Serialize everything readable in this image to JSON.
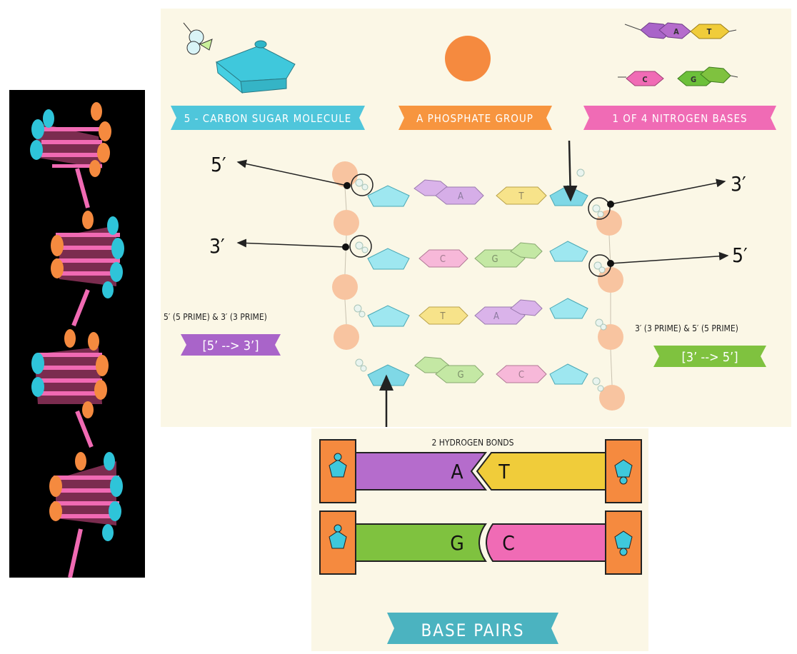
{
  "components": {
    "sugar": "5 - CARBON SUGAR MOLECULE",
    "phosphate": "A PHOSPHATE GROUP",
    "bases": "1 OF 4 NITROGEN BASES"
  },
  "legend_bases": [
    "A",
    "T",
    "C",
    "G"
  ],
  "ends": {
    "top_left": "5′",
    "mid_left": "3′",
    "top_right": "3′",
    "mid_right": "5′"
  },
  "rows": [
    [
      "A",
      "T"
    ],
    [
      "C",
      "G"
    ],
    [
      "T",
      "A"
    ],
    [
      "G",
      "C"
    ]
  ],
  "left_strand": {
    "caption": "5′ (5 PRIME) & 3′ (3 PRIME)",
    "direction": "[5’ --> 3’]"
  },
  "right_strand": {
    "caption": "3′ (3 PRIME) & 5′ (5 PRIME)",
    "direction": "[3’ --> 5’]"
  },
  "base_pairs": {
    "bond_label": "2 HYDROGEN BONDS",
    "pair1": [
      "A",
      "T"
    ],
    "pair2": [
      "G",
      "C"
    ],
    "title": "BASE PAIRS"
  },
  "colors": {
    "sugar": "#5fd3e3",
    "phosphate": "#f58a3f",
    "adenine": "#b56ccc",
    "thymine": "#f0cc3a",
    "cytosine": "#f06bb5",
    "guanine": "#7fc23f",
    "green_banner": "#7fc23f",
    "purple_banner": "#a964c9",
    "teal_banner": "#4bb3c0"
  }
}
